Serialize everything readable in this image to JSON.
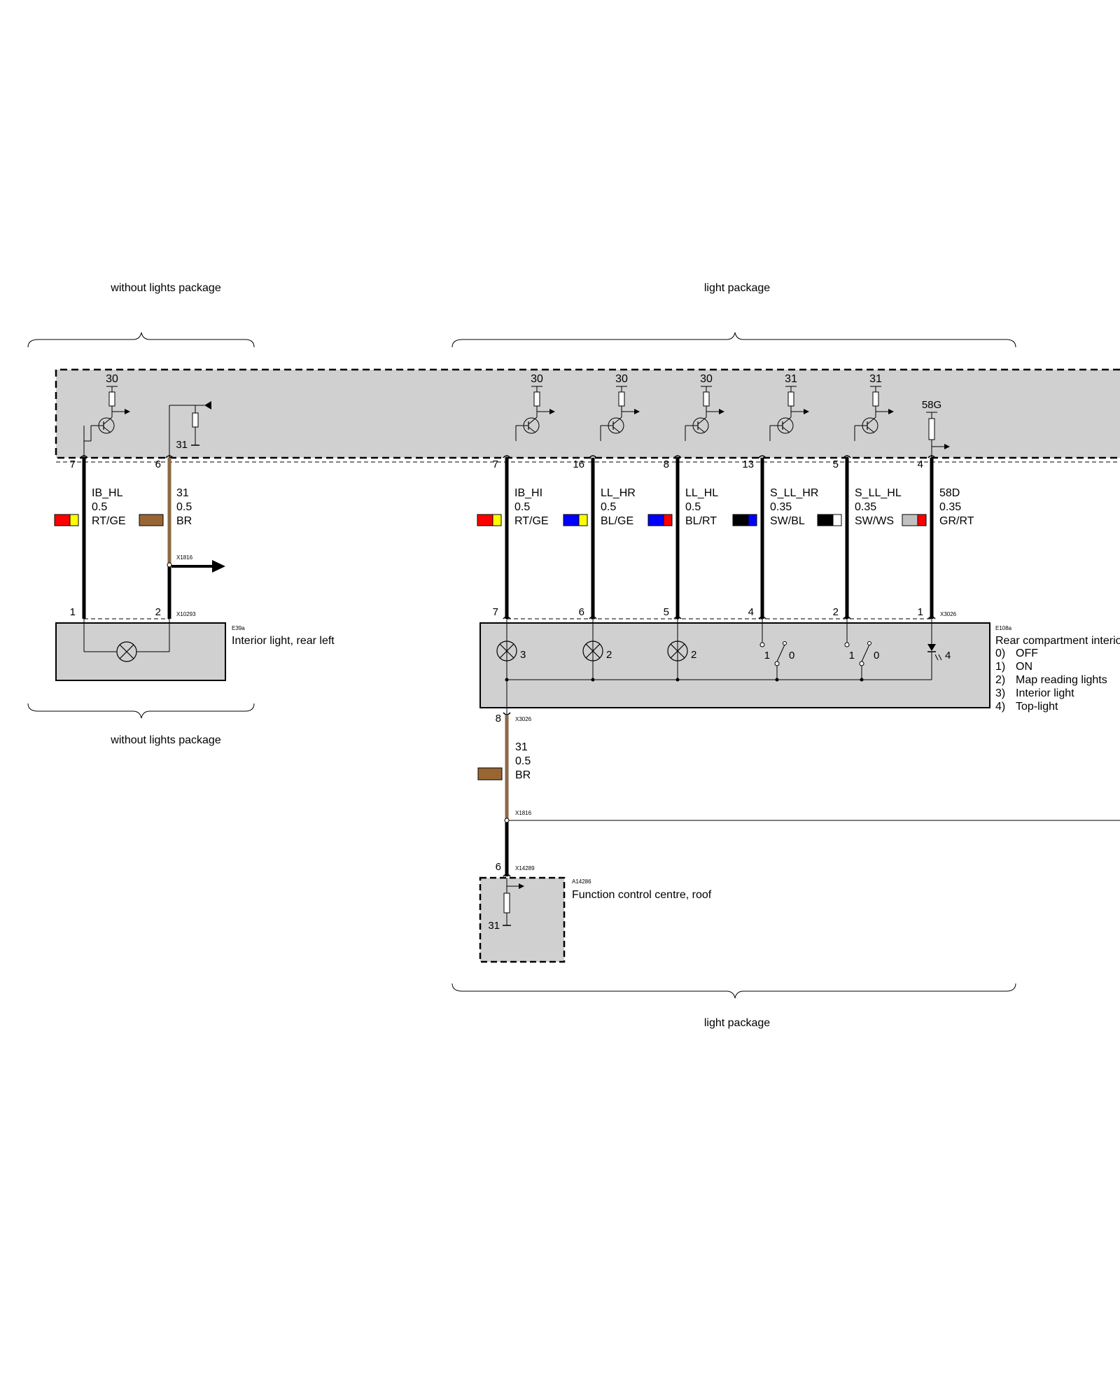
{
  "brackets": {
    "top_left": "without lights package",
    "top_right": "light package",
    "bottom_left": "without lights package",
    "bottom_right": "light package"
  },
  "colors": {
    "module_fill": "#d0d0d0",
    "wire_black": "#000000",
    "wire_brown": "#8b6a45",
    "RT": "#ff0000",
    "GE": "#ffff00",
    "BL": "#0000ff",
    "BR": "#996633",
    "SW": "#000000",
    "WS": "#ffffff",
    "GR": "#c0c0c0"
  },
  "control_unit": {
    "left_supplies": [
      "30",
      "31"
    ],
    "right_supplies": [
      "30",
      "30",
      "30",
      "31",
      "31",
      "58G"
    ]
  },
  "wires": [
    {
      "id": "w1",
      "pin_top": "7",
      "signal": "IB_HL",
      "gauge": "0.5",
      "color_code": "RT/GE",
      "colors": [
        "RT",
        "GE"
      ],
      "pin_bottom": "1"
    },
    {
      "id": "w2",
      "pin_top": "6",
      "signal": "31",
      "gauge": "0.5",
      "color_code": "BR",
      "colors": [
        "BR"
      ],
      "pin_bottom": "2"
    },
    {
      "id": "w3",
      "pin_top": "7",
      "signal": "IB_HI",
      "gauge": "0.5",
      "color_code": "RT/GE",
      "colors": [
        "RT",
        "GE"
      ],
      "pin_bottom": "7"
    },
    {
      "id": "w4",
      "pin_top": "16",
      "signal": "LL_HR",
      "gauge": "0.5",
      "color_code": "BL/GE",
      "colors": [
        "BL",
        "GE"
      ],
      "pin_bottom": "6"
    },
    {
      "id": "w5",
      "pin_top": "8",
      "signal": "LL_HL",
      "gauge": "0.5",
      "color_code": "BL/RT",
      "colors": [
        "BL",
        "RT"
      ],
      "pin_bottom": "5"
    },
    {
      "id": "w6",
      "pin_top": "13",
      "signal": "S_LL_HR",
      "gauge": "0.35",
      "color_code": "SW/BL",
      "colors": [
        "SW",
        "BL"
      ],
      "pin_bottom": "4"
    },
    {
      "id": "w7",
      "pin_top": "5",
      "signal": "S_LL_HL",
      "gauge": "0.35",
      "color_code": "SW/WS",
      "colors": [
        "SW",
        "WS"
      ],
      "pin_bottom": "2"
    },
    {
      "id": "w8",
      "pin_top": "4",
      "signal": "58D",
      "gauge": "0.35",
      "color_code": "GR/RT",
      "colors": [
        "GR",
        "RT"
      ],
      "pin_bottom": "1"
    }
  ],
  "connectors": {
    "x1816_left": "X1816",
    "x10293": "X10293",
    "x3026_top": "X3026",
    "x3026_bottom": "X3026",
    "x1816_right": "X1816",
    "x14289": "X14289"
  },
  "e39a": {
    "code": "E39a",
    "name": "Interior light, rear left"
  },
  "e108a": {
    "code": "E108a",
    "name": "Rear compartment interio",
    "element_labels": [
      "3",
      "2",
      "2",
      "1",
      "0",
      "1",
      "0",
      "4"
    ],
    "legend": [
      {
        "num": "0)",
        "text": "OFF"
      },
      {
        "num": "1)",
        "text": "ON"
      },
      {
        "num": "2)",
        "text": "Map reading lights"
      },
      {
        "num": "3)",
        "text": "Interior light"
      },
      {
        "num": "4)",
        "text": "Top-light"
      }
    ]
  },
  "ground_wire": {
    "pin_top": "8",
    "signal": "31",
    "gauge": "0.5",
    "color_code": "BR",
    "colors": [
      "BR"
    ]
  },
  "a14286": {
    "code": "A14286",
    "name": "Function control centre, roof",
    "pin": "6",
    "ground": "31"
  }
}
